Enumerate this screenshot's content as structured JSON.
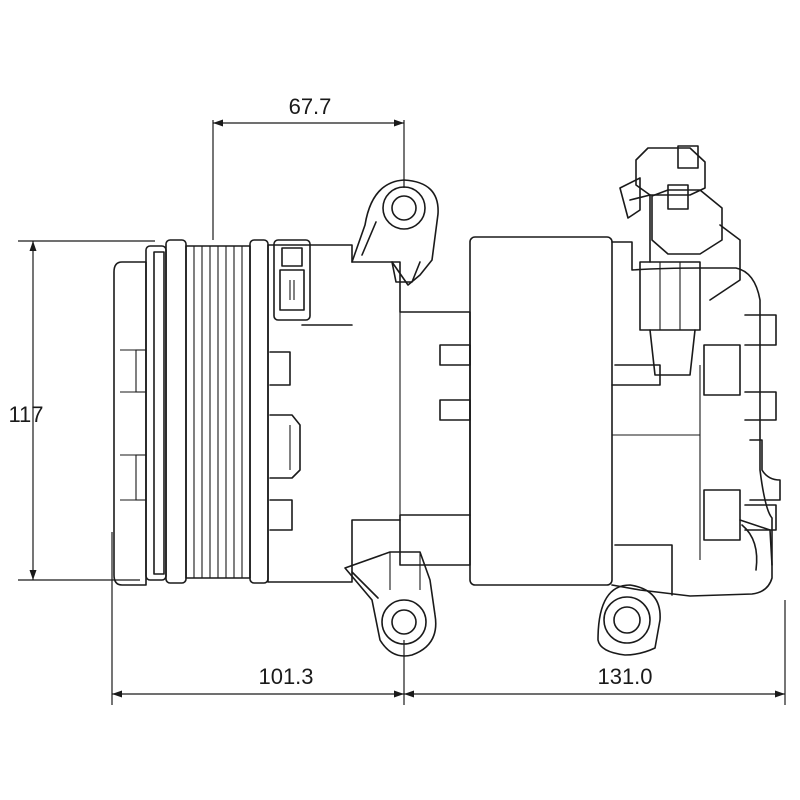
{
  "dimensions": {
    "top_offset": "67.7",
    "height": "117",
    "left_length": "101.3",
    "right_length": "131.0"
  },
  "colors": {
    "line": "#1a1a1a",
    "background": "#ffffff"
  }
}
